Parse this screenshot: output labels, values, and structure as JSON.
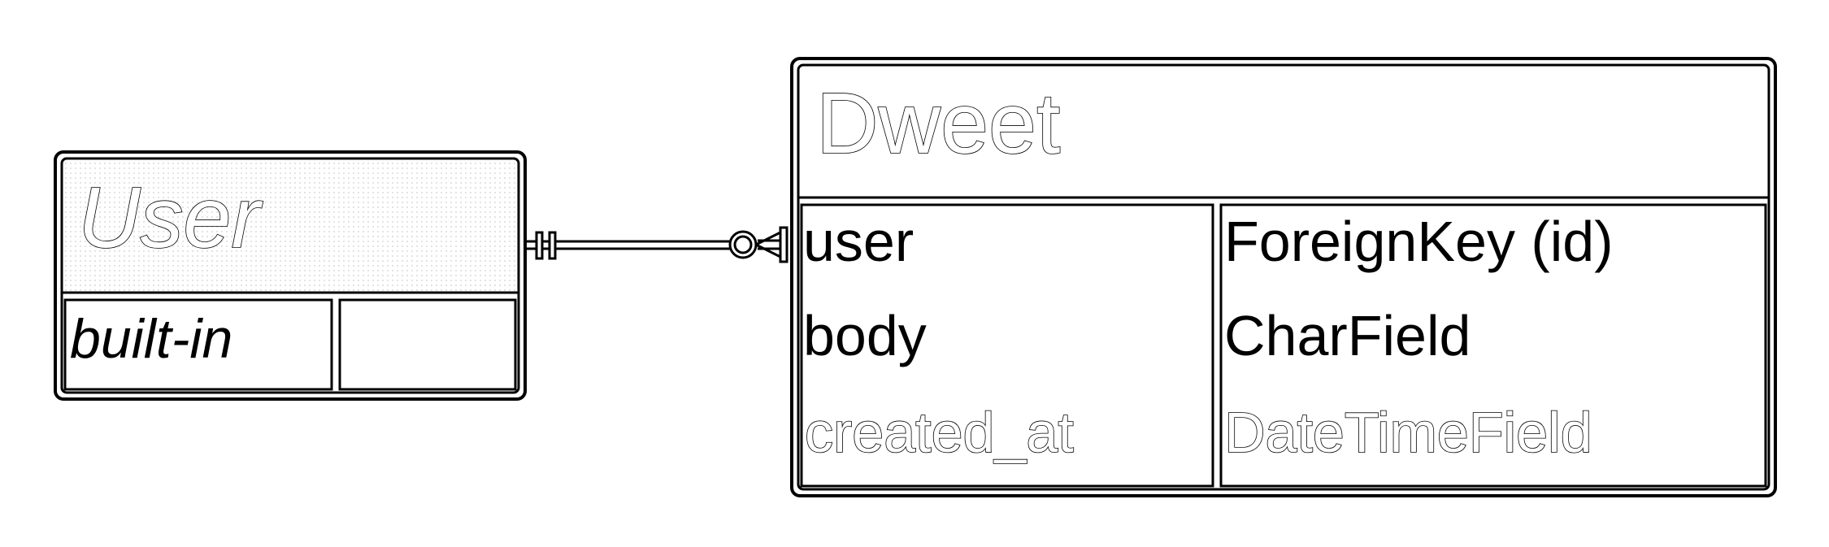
{
  "entities": {
    "user": {
      "title": "User",
      "rows": [
        {
          "name": "built-in",
          "type": ""
        }
      ]
    },
    "dweet": {
      "title": "Dweet",
      "rows": [
        {
          "name": "user",
          "type": "ForeignKey (id)"
        },
        {
          "name": "body",
          "type": "CharField"
        },
        {
          "name": "created_at",
          "type": "DateTimeField"
        }
      ]
    }
  },
  "relationship": {
    "from": "User",
    "to": "Dweet",
    "from_cardinality": "exactly-one",
    "to_cardinality": "zero-or-many"
  }
}
